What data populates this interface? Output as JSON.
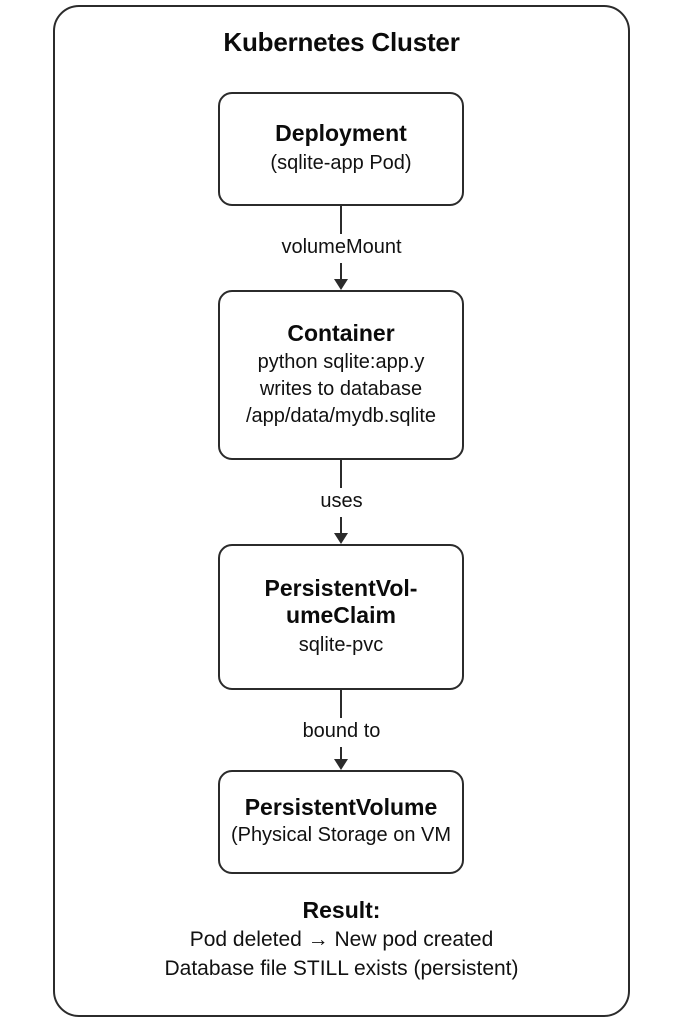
{
  "diagram": {
    "title": "Kubernetes Cluster",
    "nodes": [
      {
        "id": "deployment",
        "title": "Deployment",
        "subtitle_lines": [
          "(sqlite-app Pod)"
        ]
      },
      {
        "id": "container",
        "title": "Container",
        "subtitle_lines": [
          "python sqlite:app.y",
          "writes to database",
          "/app/data/mydb.sqlite"
        ]
      },
      {
        "id": "pvc",
        "title": "PersistentVol-\numeClaim",
        "subtitle_lines": [
          "sqlite-pvc"
        ]
      },
      {
        "id": "pv",
        "title": "PersistentVolume",
        "subtitle_lines": [
          "(Physical Storage on VM"
        ]
      }
    ],
    "connectors": [
      {
        "id": "deployment-to-container",
        "label": "volumeMount"
      },
      {
        "id": "container-to-pvc",
        "label": "uses"
      },
      {
        "id": "pvc-to-pv",
        "label": "bound to"
      }
    ],
    "result": {
      "heading": "Result:",
      "lines": [
        "Pod deleted → New pod created",
        "Database file STILL exists (persistent)"
      ]
    },
    "colors": {
      "stroke": "#2b2b2b",
      "text": "#111111",
      "background": "#ffffff"
    }
  }
}
